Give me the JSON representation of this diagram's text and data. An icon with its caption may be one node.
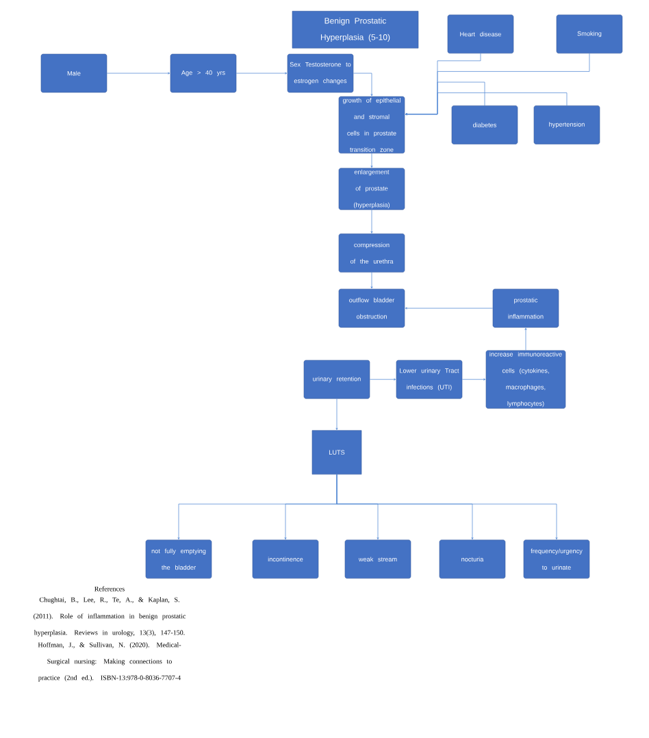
{
  "diagram": {
    "nodes": [
      {
        "text": [
          "Benign Prostatic Hyperplasia (5-10)"
        ]
      },
      {
        "text": [
          "Male"
        ]
      },
      {
        "text": [
          "Age > 40 yrs"
        ]
      },
      {
        "text": [
          "Sex Testosterone to estrogen changes"
        ]
      },
      {
        "text": [
          "Heart disease"
        ]
      },
      {
        "text": [
          "Smoking"
        ]
      },
      {
        "text": [
          "growth of epithelial and stromal cells in prostate transition zone"
        ]
      },
      {
        "text": [
          "diabetes"
        ]
      },
      {
        "text": [
          "hypertension"
        ]
      },
      {
        "text": [
          "enlargement of prostate (hyperplasia)"
        ]
      },
      {
        "text": [
          "compression of the urethra"
        ]
      },
      {
        "text": [
          "outflow bladder obstruction"
        ]
      },
      {
        "text": [
          "prostatic inflammation"
        ]
      },
      {
        "text": [
          "urinary retention"
        ]
      },
      {
        "text": [
          "Lower urinary Tract infections (UTI)"
        ]
      },
      {
        "text": [
          "increase immunoreactive cells (cytokines, macrophages, lymphocytes)"
        ]
      },
      {
        "text": [
          "LUTS"
        ]
      },
      {
        "text": [
          "not fully emptying the bladder"
        ]
      },
      {
        "text": [
          "incontinence"
        ]
      },
      {
        "text": [
          "weak stream"
        ]
      },
      {
        "text": [
          "nocturia"
        ]
      },
      {
        "text": [
          "frequency/urgency to urinate"
        ]
      }
    ],
    "edges": [
      {
        "from": 1,
        "to": 2,
        "arrow": "to"
      },
      {
        "from": 2,
        "to": 3,
        "arrow": "to"
      },
      {
        "from": 3,
        "to": 6,
        "arrow": "to"
      },
      {
        "from": 4,
        "to": 6,
        "arrow": "to"
      },
      {
        "from": 5,
        "to": 6,
        "arrow": "to"
      },
      {
        "from": 7,
        "to": 6,
        "arrow": "to"
      },
      {
        "from": 8,
        "to": 6,
        "arrow": "to"
      },
      {
        "from": 6,
        "to": 9,
        "arrow": "to"
      },
      {
        "from": 9,
        "to": 10,
        "arrow": "to"
      },
      {
        "from": 10,
        "to": 11,
        "arrow": "to"
      },
      {
        "from": 12,
        "to": 11,
        "arrow": "to"
      },
      {
        "from": 13,
        "to": 14,
        "arrow": "to"
      },
      {
        "from": 14,
        "to": 15,
        "arrow": "to"
      },
      {
        "from": 15,
        "to": 12,
        "arrow": "to"
      },
      {
        "from": 13,
        "to": 16,
        "arrow": "to"
      },
      {
        "from": 16,
        "to": 17,
        "arrow": "to"
      },
      {
        "from": 16,
        "to": 18,
        "arrow": "to"
      },
      {
        "from": 16,
        "to": 19,
        "arrow": "to"
      },
      {
        "from": 16,
        "to": 20,
        "arrow": "to"
      },
      {
        "from": 16,
        "to": 21,
        "arrow": "to"
      }
    ],
    "labels": [
      "References",
      "Chughtai, B., Lee, R., Te, A., & Kaplan, S. (2011). Role of inflammation in benign prostatic hyperplasia. Reviews in urology, 13(3), 147-150.",
      "Hoffman, J., & Sullivan, N. (2020). Medical-Surgical nursing: Making connections to practice (2nd ed.). ISBN-13:978-0-8036-7707-4"
    ]
  }
}
